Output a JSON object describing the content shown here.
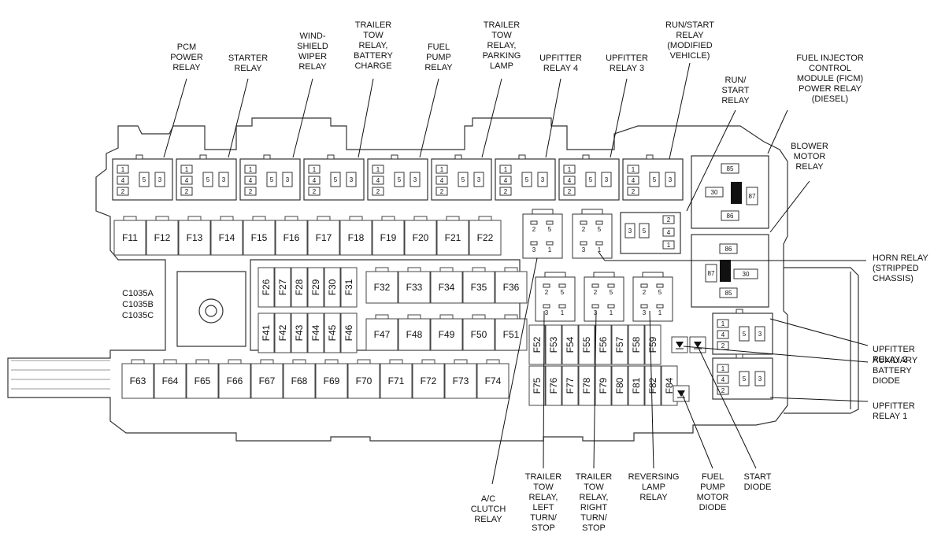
{
  "top_labels": [
    [
      "PCM",
      "POWER",
      "RELAY"
    ],
    [
      "STARTER",
      "RELAY"
    ],
    [
      "WIND-",
      "SHIELD",
      "WIPER",
      "RELAY"
    ],
    [
      "TRAILER",
      "TOW",
      "RELAY,",
      "BATTERY",
      "CHARGE"
    ],
    [
      "FUEL",
      "PUMP",
      "RELAY"
    ],
    [
      "TRAILER",
      "TOW",
      "RELAY,",
      "PARKING",
      "LAMP"
    ],
    [
      "UPFITTER",
      "RELAY 4"
    ],
    [
      "UPFITTER",
      "RELAY 3"
    ],
    [
      "RUN/START",
      "RELAY",
      "(MODIFIED",
      "VEHICLE)"
    ],
    [
      "RUN/",
      "START",
      "RELAY"
    ],
    [
      "FUEL INJECTOR",
      "CONTROL",
      "MODULE (FICM)",
      "POWER RELAY",
      "(DIESEL)"
    ],
    [
      "BLOWER",
      "MOTOR",
      "RELAY"
    ]
  ],
  "side_labels": [
    [
      "HORN RELAY",
      "(STRIPPED",
      "CHASSIS)"
    ],
    [
      "UPFITTER",
      "RELAY 2"
    ],
    [
      "AUXILIARY",
      "BATTERY",
      "DIODE"
    ],
    [
      "UPFITTER",
      "RELAY 1"
    ]
  ],
  "bottom_labels": [
    [
      "A/C",
      "CLUTCH",
      "RELAY"
    ],
    [
      "TRAILER",
      "TOW",
      "RELAY,",
      "LEFT",
      "TURN/",
      "STOP"
    ],
    [
      "TRAILER",
      "TOW",
      "RELAY,",
      "RIGHT",
      "TURN/",
      "STOP"
    ],
    [
      "REVERSING",
      "LAMP",
      "RELAY"
    ],
    [
      "FUEL",
      "PUMP",
      "MOTOR",
      "DIODE"
    ],
    [
      "START",
      "DIODE"
    ]
  ],
  "connector_labels": [
    "C1035A",
    "C1035B",
    "C1035C"
  ],
  "relay_pins": {
    "a": "1",
    "b": "4",
    "c": "2",
    "d": "5",
    "e": "3"
  },
  "mini_relay_pins": {
    "a": "2",
    "b": "5",
    "c": "3",
    "d": "1"
  },
  "big_relay_pins": {
    "top": "85",
    "left": "30",
    "right": "87",
    "bottom": "86"
  },
  "big_relay2_pins": {
    "top": "86",
    "left": "87",
    "right": "30",
    "bottom": "85"
  },
  "fuses_row1": [
    "F11",
    "F12",
    "F13",
    "F14",
    "F15",
    "F16",
    "F17",
    "F18",
    "F19",
    "F20",
    "F21",
    "F22"
  ],
  "fuses_row_a": [
    "F32",
    "F33",
    "F34",
    "F35",
    "F36"
  ],
  "fuses_row_b": [
    "F47",
    "F48",
    "F49",
    "F50",
    "F51"
  ],
  "fuses_vert_a": [
    "F26",
    "F27",
    "F28",
    "F29",
    "F30",
    "F31"
  ],
  "fuses_vert_b": [
    "F41",
    "F42",
    "F43",
    "F44",
    "F45",
    "F46"
  ],
  "fuses_vert_c": [
    "F52",
    "F53",
    "F54",
    "F55",
    "F56",
    "F57",
    "F58",
    "F59"
  ],
  "fuses_vert_d": [
    "F75",
    "F76",
    "F77",
    "F78",
    "F79",
    "F80",
    "F81",
    "F82",
    "F84"
  ],
  "fuses_bottom": [
    "F63",
    "F64",
    "F65",
    "F66",
    "F67",
    "F68",
    "F69",
    "F70",
    "F71",
    "F72",
    "F73",
    "F74"
  ]
}
